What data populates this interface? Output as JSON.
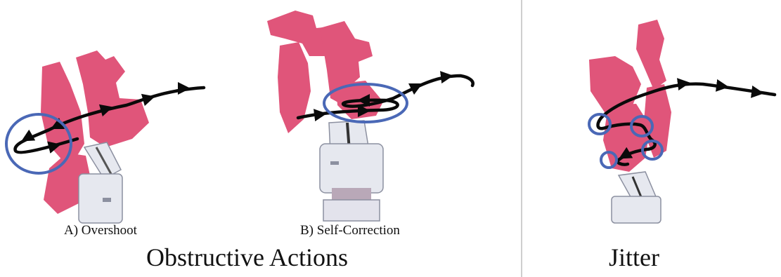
{
  "panels": {
    "a_caption": "A) Overshoot",
    "b_caption": "B) Self-Correction",
    "group_caption": "Obstructive Actions",
    "jitter_caption": "Jitter"
  },
  "colors": {
    "object": "#e0557a",
    "object_shade": "#c8406a",
    "trajectory": "#0a0a0a",
    "highlight": "#4a68b6",
    "gripper": "#e6e8ef",
    "gripper_dark": "#8c90a0",
    "divider": "#cfcfcf"
  },
  "icons": {
    "object": "pink-object-icon",
    "gripper": "robot-gripper-icon",
    "highlight": "blue-ellipse-highlight"
  }
}
